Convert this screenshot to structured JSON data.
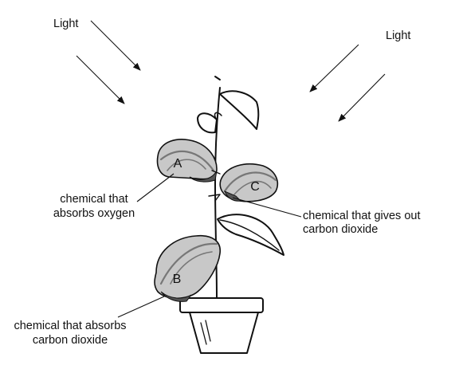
{
  "light_labels": [
    "Light",
    "Light"
  ],
  "bags": [
    {
      "letter": "A",
      "label_lines": [
        "chemical that",
        "absorbs oxygen"
      ]
    },
    {
      "letter": "B",
      "label_lines": [
        "chemical that absorbs",
        "carbon dioxide"
      ]
    },
    {
      "letter": "C",
      "label_lines": [
        "chemical that gives out",
        "carbon dioxide"
      ]
    }
  ],
  "colors": {
    "bag_fill": "#c8c8c8",
    "chemical_fill": "#555555",
    "line": "#111111"
  }
}
